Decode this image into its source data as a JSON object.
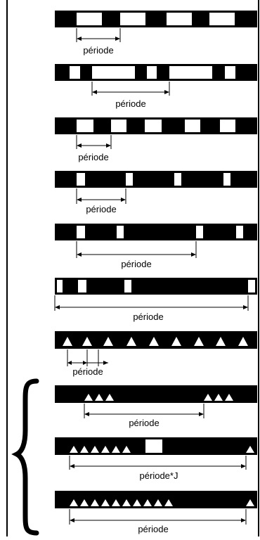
{
  "diagram": {
    "colors": {
      "ink": "#000000",
      "paper": "#ffffff"
    },
    "rows": [
      {
        "label": "période",
        "pattern": "alternating-wide-blocks"
      },
      {
        "label": "période",
        "pattern": "paired-black-blocks"
      },
      {
        "label": "période",
        "pattern": "alternating-blocks"
      },
      {
        "label": "période",
        "pattern": "narrow-white-slots"
      },
      {
        "label": "période",
        "pattern": "narrow-white-slots-wide-spacing"
      },
      {
        "label": "période",
        "pattern": "white-slots-long-period"
      },
      {
        "label": "période",
        "pattern": "triangles-uniform"
      },
      {
        "label": "période",
        "pattern": "triangle-triplets",
        "bracketed": true
      },
      {
        "label": "période*J",
        "pattern": "triangle-group-and-gap",
        "bracketed": true
      },
      {
        "label": "période",
        "pattern": "triangle-group-long-run",
        "bracketed": true
      }
    ],
    "brace": {
      "icon": "left-curly-brace"
    }
  }
}
